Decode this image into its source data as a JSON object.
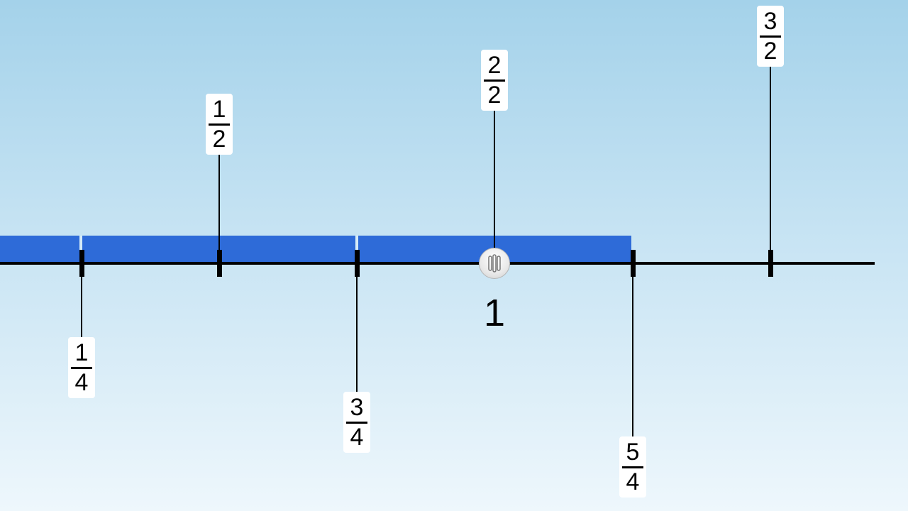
{
  "number_line": {
    "unit_label": "1",
    "fraction_bar": {
      "value": "5/4",
      "color": "#2e6bd8"
    },
    "handle_icon": "grip-lines-icon",
    "labels": [
      {
        "num": "1",
        "den": "4"
      },
      {
        "num": "1",
        "den": "2"
      },
      {
        "num": "3",
        "den": "4"
      },
      {
        "num": "2",
        "den": "2"
      },
      {
        "num": "5",
        "den": "4"
      },
      {
        "num": "3",
        "den": "2"
      }
    ]
  }
}
